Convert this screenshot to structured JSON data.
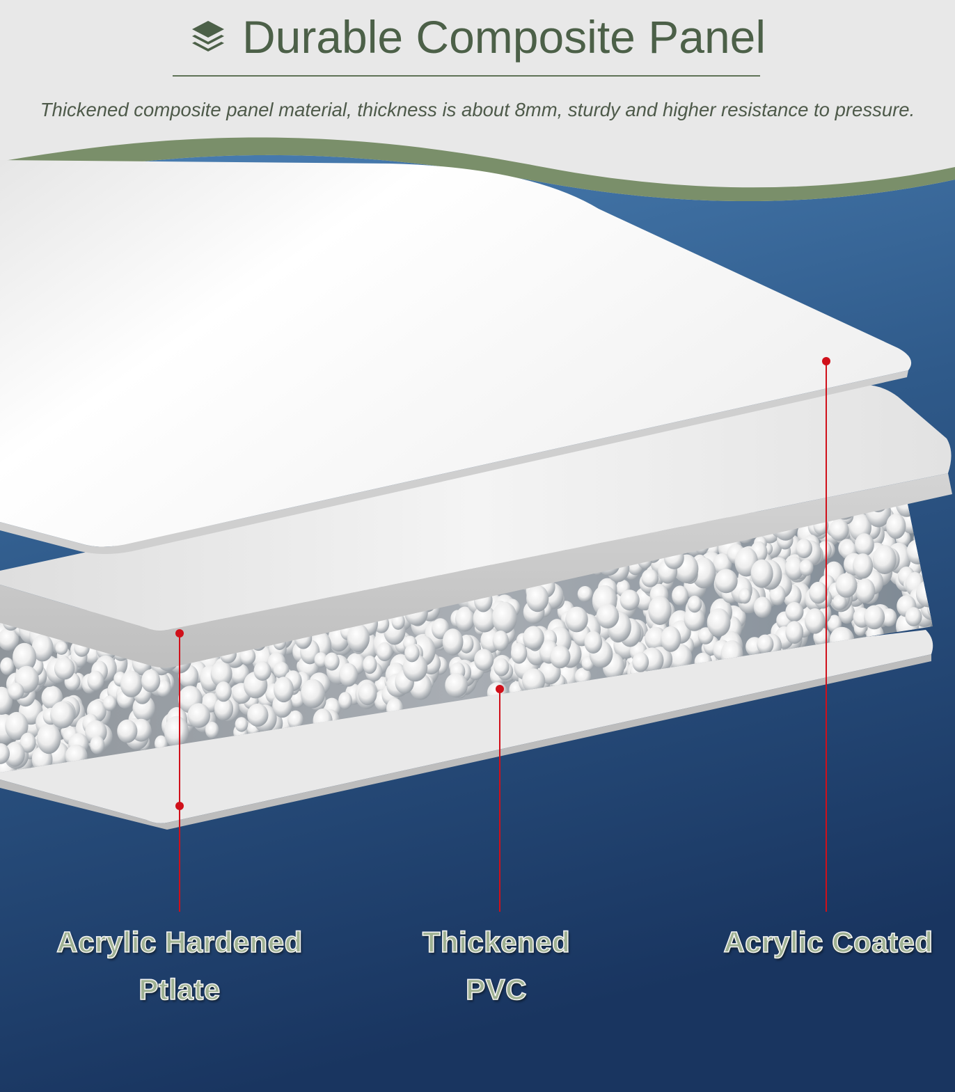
{
  "header": {
    "title": "Durable Composite Panel",
    "subtitle": "Thickened composite panel material, thickness is about 8mm, sturdy and higher resistance to pressure."
  },
  "icons": {
    "title_icon": "layers-icon"
  },
  "labels": {
    "left": {
      "line1": "Acrylic Hardened",
      "line2": "Ptlate"
    },
    "middle": {
      "line1": "Thickened",
      "line2": "PVC"
    },
    "right": {
      "line1": "Acrylic Coated"
    }
  },
  "colors": {
    "header_background": "#e8e8e8",
    "accent_green": "#7a8f6a",
    "title_green": "#4c6048",
    "background_blue": "#1c3a63",
    "callout_red": "#d0101a"
  }
}
